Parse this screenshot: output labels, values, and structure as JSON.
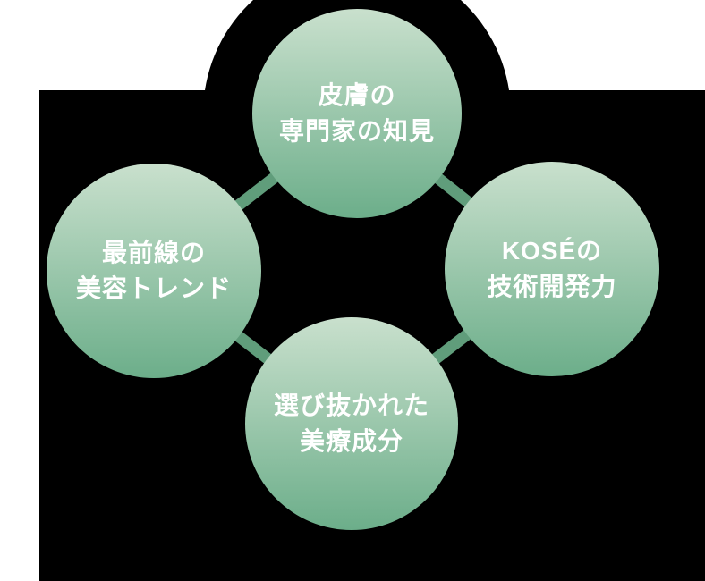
{
  "diagram": {
    "colors": {
      "page_background": "#ffffff",
      "panel_background": "#000000",
      "circle_gradient_top": "#c9e0cd",
      "circle_gradient_bottom": "#6cae8a",
      "connector": "#609d7b",
      "text": "#ffffff"
    },
    "nodes": [
      {
        "id": "top",
        "lines": [
          "皮膚の",
          "専門家の知見"
        ]
      },
      {
        "id": "left",
        "lines": [
          "最前線の",
          "美容トレンド"
        ]
      },
      {
        "id": "right",
        "lines": [
          "KOSÉの",
          "技術開発力"
        ]
      },
      {
        "id": "bottom",
        "lines": [
          "選び抜かれた",
          "美療成分"
        ]
      }
    ]
  }
}
